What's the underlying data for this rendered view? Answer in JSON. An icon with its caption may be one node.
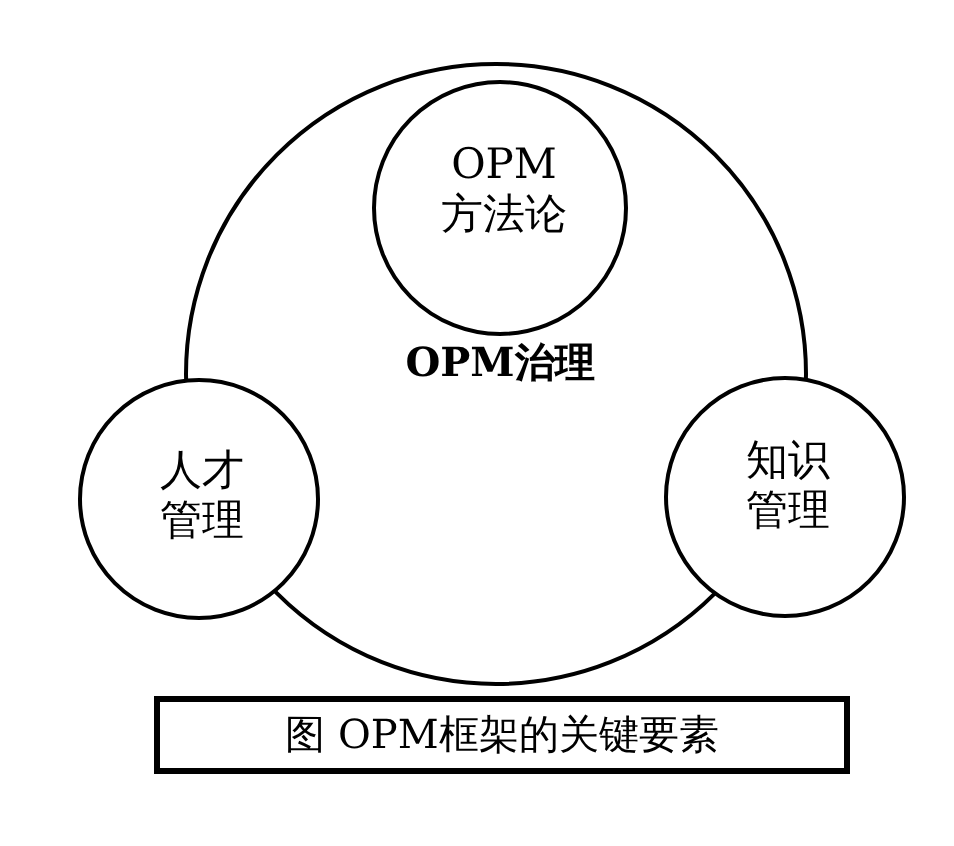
{
  "diagram": {
    "caption": "图 OPM框架的关键要素",
    "nodes": [
      {
        "text": [
          "OPM治理"
        ]
      },
      {
        "text": [
          "OPM 方法论"
        ],
        "in": 0
      },
      {
        "text": [
          "人才管理"
        ]
      },
      {
        "text": [
          "知识管理"
        ]
      }
    ]
  }
}
